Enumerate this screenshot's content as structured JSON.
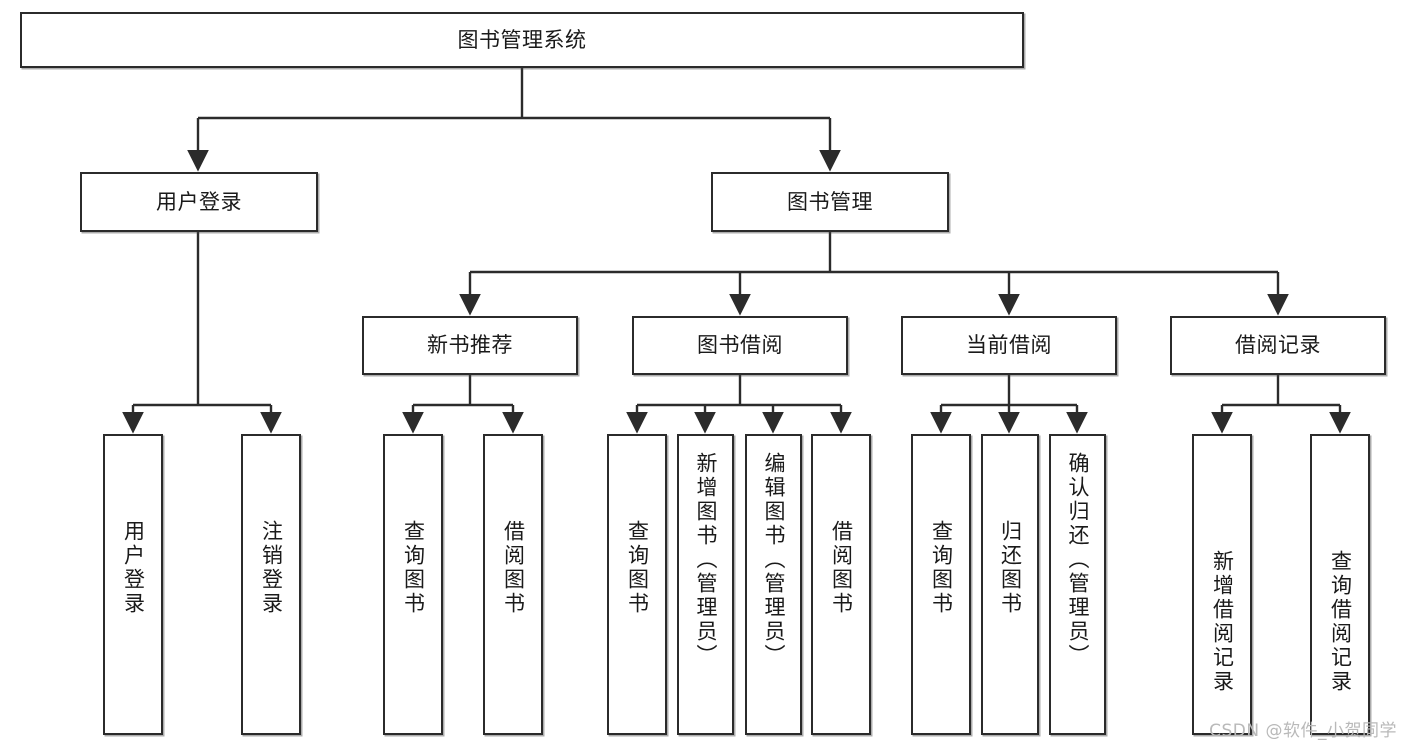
{
  "diagram": {
    "title": "图书管理系统",
    "type": "tree",
    "watermark": "CSDN @软件_小贺同学",
    "colors": {
      "stroke": "#2b2b2b",
      "fill": "#ffffff",
      "text": "#1a1a1a",
      "watermark": "#b9b9b9"
    },
    "nodes": {
      "root": "图书管理系统",
      "level2": {
        "user_login": "用户登录",
        "book_manage": "图书管理"
      },
      "level3": {
        "new_book_rec": "新书推荐",
        "book_borrow": "图书借阅",
        "current_borrow": "当前借阅",
        "borrow_record": "借阅记录"
      },
      "leaves": {
        "login_user": "用户登录",
        "login_logout": "注销登录",
        "rec_query_book": "查询图书",
        "rec_borrow_book": "借阅图书",
        "borrow_query_book": "查询图书",
        "borrow_add_book": "新增图书（管理员）",
        "borrow_edit_book": "编辑图书（管理员）",
        "borrow_borrow_book": "借阅图书",
        "current_query_book": "查询图书",
        "current_return_book": "归还图书",
        "current_confirm_return": "确认归还（管理员）",
        "record_add": "新增借阅记录",
        "record_query": "查询借阅记录"
      }
    }
  }
}
